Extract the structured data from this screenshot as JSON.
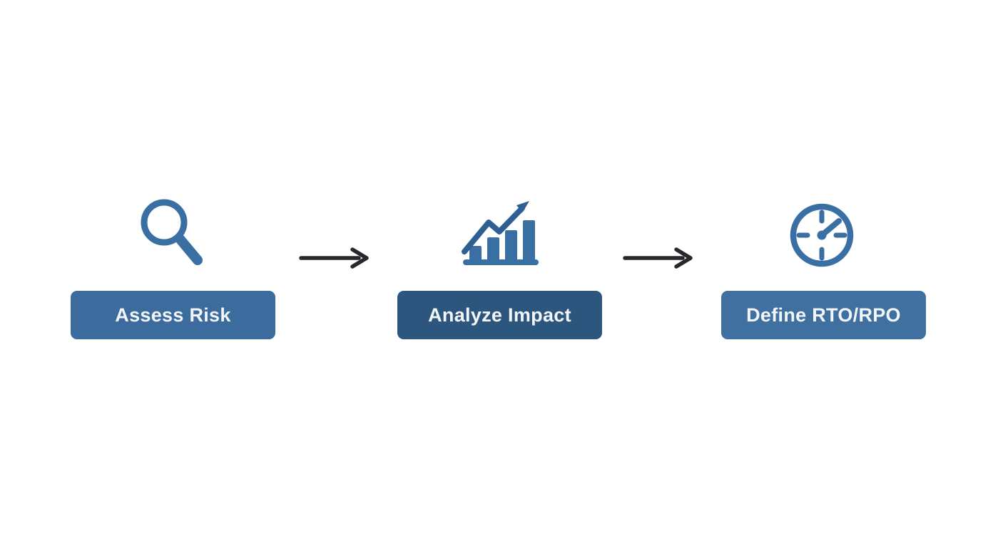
{
  "diagram": {
    "steps": [
      {
        "label": "Assess Risk",
        "icon": "magnifier-icon",
        "button_color": "#3c6c9d"
      },
      {
        "label": "Analyze Impact",
        "icon": "bar-chart-trend-icon",
        "button_color": "#2d567f"
      },
      {
        "label": "Define RTO/RPO",
        "icon": "clock-icon",
        "button_color": "#40709f"
      }
    ],
    "connectors": [
      {
        "type": "arrow-right"
      },
      {
        "type": "arrow-right"
      }
    ]
  },
  "colors": {
    "background": "#ffffff",
    "icon_blue": "#3a6fa4",
    "chart_trend_blue": "#2d5f93",
    "arrow_black": "#26282b",
    "label_text": "#f2f6f9"
  }
}
